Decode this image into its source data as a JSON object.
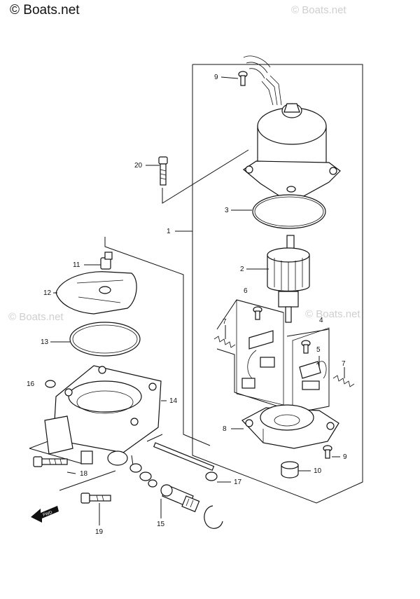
{
  "watermark": {
    "main": "© Boats.net",
    "faint": "© Boats.net"
  },
  "callouts": {
    "c1": "1",
    "c2": "2",
    "c3": "3",
    "c4": "4",
    "c5": "5",
    "c6": "6",
    "c7a": "7",
    "c7b": "7",
    "c8": "8",
    "c9a": "9",
    "c9b": "9",
    "c10": "10",
    "c11": "11",
    "c12": "12",
    "c13": "13",
    "c14": "14",
    "c15": "15",
    "c16": "16",
    "c17": "17",
    "c18": "18",
    "c19": "19",
    "c20": "20"
  },
  "arrow": {
    "label": "FWD"
  },
  "colors": {
    "ink": "#111111",
    "watermark_faint": "#cfcfcf"
  }
}
